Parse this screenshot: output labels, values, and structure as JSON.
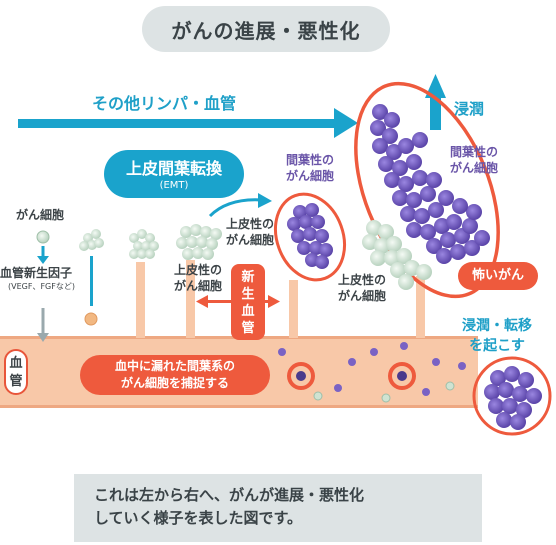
{
  "title": "がんの進展・悪性化",
  "flow_label": "その他リンパ・血管",
  "invasion_label": "浸潤",
  "emt": {
    "main": "上皮間葉転換",
    "sub": "(EMT)"
  },
  "cancer_cell": "がん細胞",
  "angiogenic": {
    "line1": "血管新生因子",
    "line2": "(VEGF、FGFなど)"
  },
  "epithelial_cancer_cell": {
    "line1": "上皮性の",
    "line2": "がん細胞"
  },
  "mesenchymal_cancer_cell": {
    "line1": "間葉性の",
    "line2": "がん細胞"
  },
  "neovascular": [
    "新",
    "生",
    "血",
    "管"
  ],
  "scary_cancer": "怖いがん",
  "invasion_metastasis": {
    "line1": "浸潤・転移",
    "line2": "を起こす"
  },
  "blood_vessel": [
    "血",
    "管"
  ],
  "capture_text": {
    "line1": "血中に漏れた間葉系の",
    "line2": "がん細胞を捕捉する"
  },
  "caption": {
    "line1": "これは左から右へ、がんが進展・悪性化",
    "line2": "していく様子を表した図です。"
  },
  "colors": {
    "teal": "#1aa3cc",
    "orange_red": "#ee5a3d",
    "vessel": "#f8c8a8",
    "purple_cell": "#7a62c4",
    "epithelial_cell": "#cfe3d2"
  }
}
